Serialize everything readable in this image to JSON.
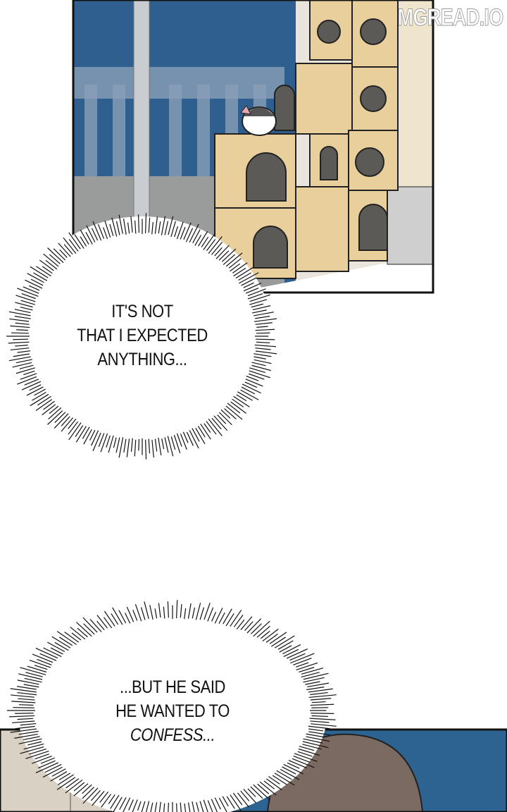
{
  "watermark": "MGREAD.IO",
  "panels": [
    {
      "scene": "cat-tower-by-window"
    },
    {
      "scene": "person-head-blue-wall"
    }
  ],
  "bubbles": [
    {
      "lines": [
        "IT'S NOT",
        "THAT I EXPECTED",
        "ANYTHING..."
      ]
    },
    {
      "lines": [
        "...BUT HE SAID",
        "HE WANTED TO",
        "CONFESS..."
      ]
    }
  ],
  "colors": {
    "sky": "#2f5f8e",
    "cardboard": "#e8cf9c",
    "hole": "#5b5a57",
    "wall_blue": "#2d6390",
    "hair": "#7a6a62",
    "beige": "#d9d1c3"
  }
}
